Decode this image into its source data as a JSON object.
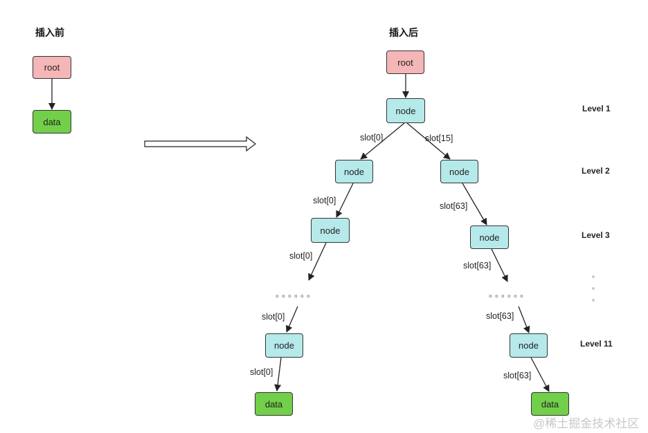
{
  "before": {
    "title": "插入前",
    "root": "root",
    "data": "data"
  },
  "after": {
    "title": "插入后",
    "root": "root",
    "node": "node",
    "data": "data",
    "slots": {
      "s0": "slot[0]",
      "s15": "slot[15]",
      "s63": "slot[63]"
    },
    "ellipsis": "。。。。。。"
  },
  "levels": {
    "l1": "Level 1",
    "l2": "Level 2",
    "l3": "Level 3",
    "l11": "Level 11",
    "vdot": "。"
  },
  "watermark": "@稀土掘金技术社区"
}
